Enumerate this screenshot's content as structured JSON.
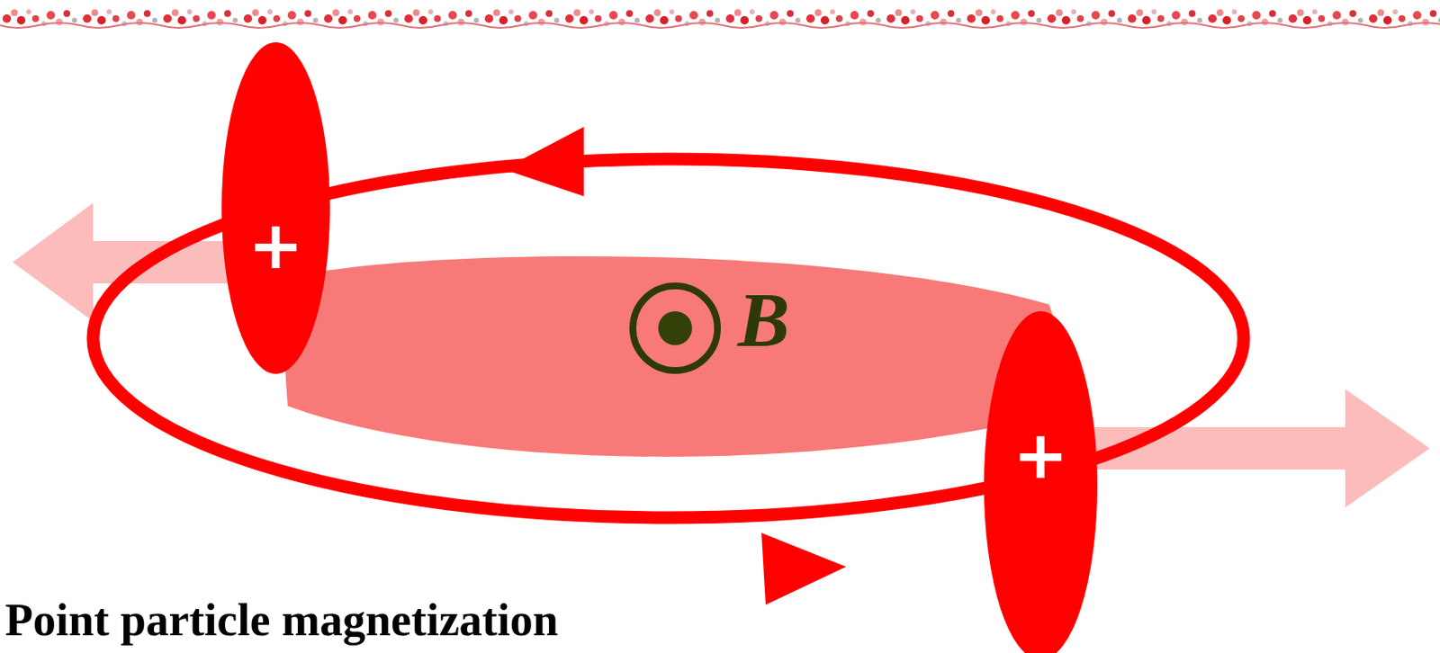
{
  "diagram": {
    "nodes": [
      {
        "text": [
          "+"
        ]
      },
      {
        "text": [
          "+"
        ]
      }
    ],
    "labels": [
      "B",
      "Point particle magnetization"
    ]
  }
}
